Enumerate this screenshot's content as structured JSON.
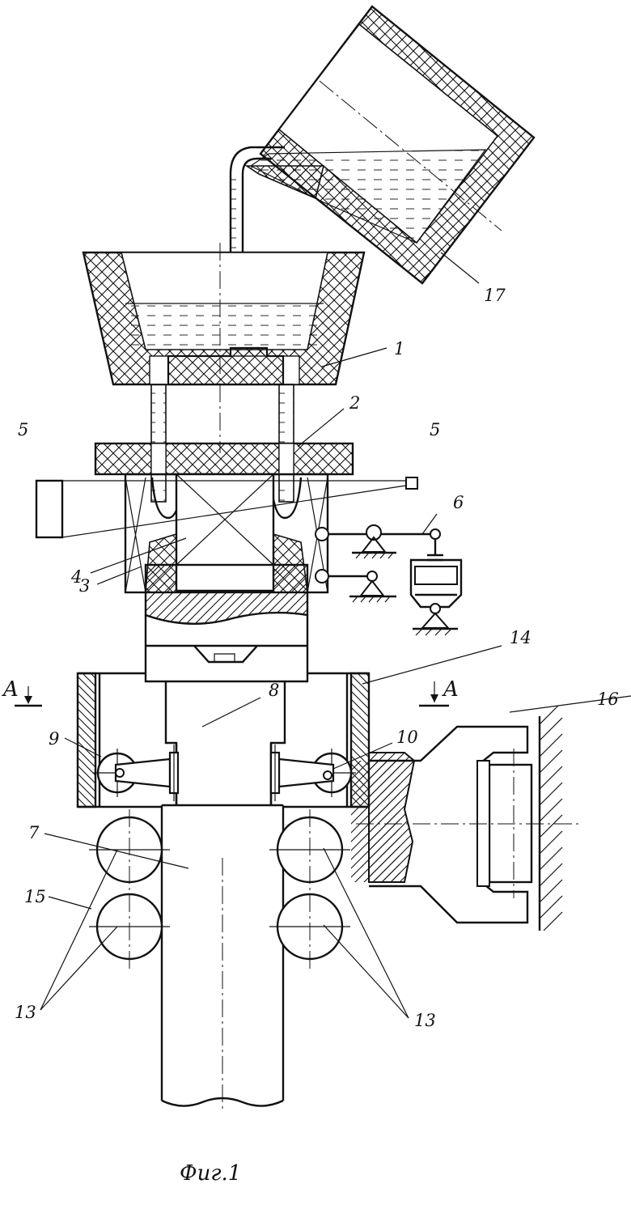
{
  "labels": {
    "l1": "1",
    "l2": "2",
    "l3": "3",
    "l4": "4",
    "l5a": "5",
    "l5b": "5",
    "l6": "6",
    "l7": "7",
    "l8": "8",
    "l9": "9",
    "l10": "10",
    "l13a": "13",
    "l13b": "13",
    "l14": "14",
    "l15": "15",
    "l16": "16",
    "l17": "17"
  },
  "section_marks": {
    "left": "A",
    "right": "A"
  },
  "caption": "Фиг.1"
}
